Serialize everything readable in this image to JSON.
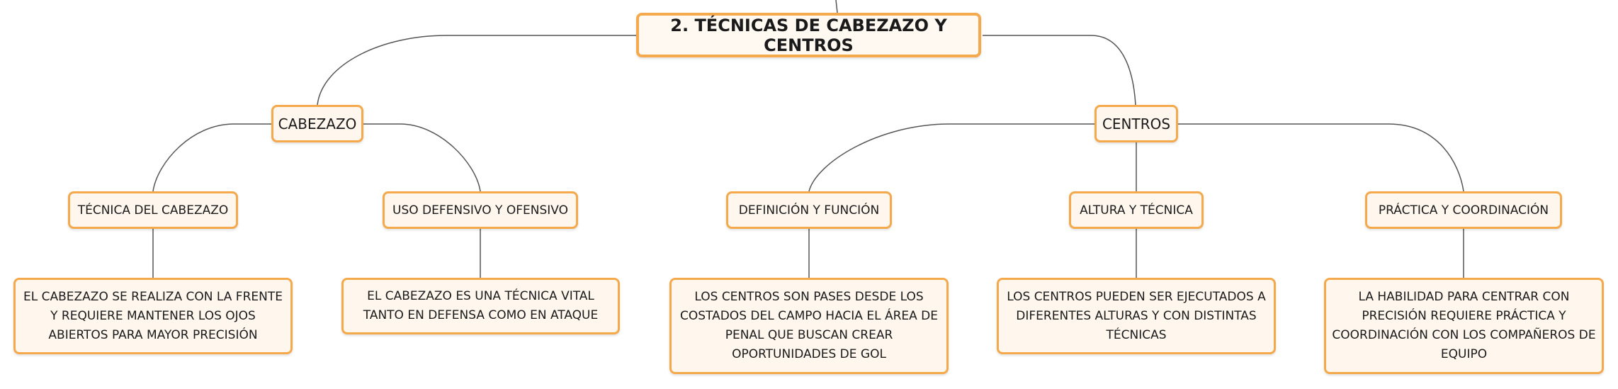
{
  "root": {
    "label": "2. TÉCNICAS DE CABEZAZO Y CENTROS"
  },
  "branches": [
    {
      "label": "CABEZAZO",
      "children": [
        {
          "label": "TÉCNICA DEL CABEZAZO",
          "detail": "EL CABEZAZO SE REALIZA CON LA FRENTE Y REQUIERE MANTENER LOS OJOS ABIERTOS PARA MAYOR PRECISIÓN"
        },
        {
          "label": "USO DEFENSIVO Y OFENSIVO",
          "detail": "EL CABEZAZO ES UNA TÉCNICA VITAL TANTO EN DEFENSA COMO EN ATAQUE"
        }
      ]
    },
    {
      "label": "CENTROS",
      "children": [
        {
          "label": "DEFINICIÓN Y FUNCIÓN",
          "detail": "LOS CENTROS SON PASES DESDE LOS COSTADOS DEL CAMPO HACIA EL ÁREA DE PENAL QUE BUSCAN CREAR OPORTUNIDADES DE GOL"
        },
        {
          "label": "ALTURA Y TÉCNICA",
          "detail": "LOS CENTROS PUEDEN SER EJECUTADOS A DIFERENTES ALTURAS Y CON DISTINTAS TÉCNICAS"
        },
        {
          "label": "PRÁCTICA Y COORDINACIÓN",
          "detail": "LA HABILIDAD PARA CENTRAR CON PRECISIÓN REQUIERE PRÁCTICA Y COORDINACIÓN CON LOS COMPAÑEROS DE EQUIPO"
        }
      ]
    }
  ],
  "colors": {
    "border": "#f4a94c",
    "fill": "#fff6ed",
    "line": "#555555"
  }
}
